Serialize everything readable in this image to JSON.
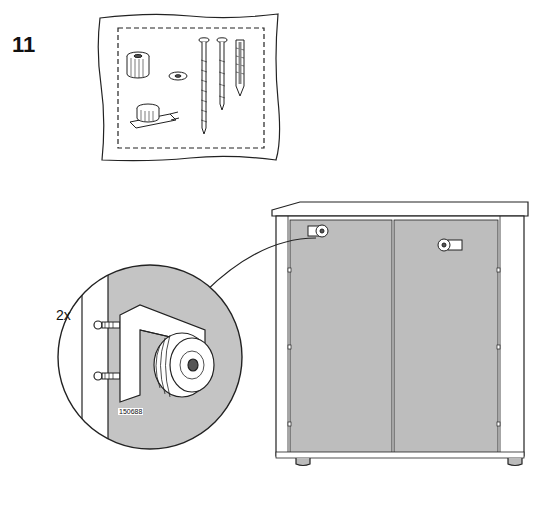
{
  "diagram": {
    "labels": [
      "11",
      "2x",
      "150688"
    ]
  }
}
